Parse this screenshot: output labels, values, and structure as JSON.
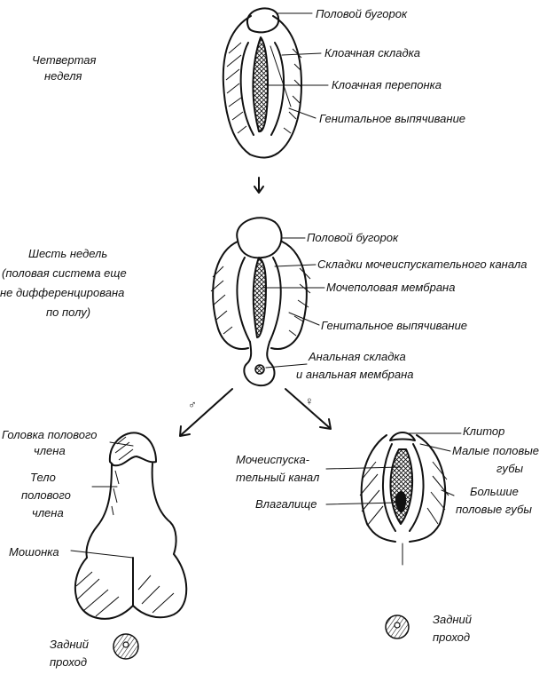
{
  "stages": {
    "week4": {
      "title_line1": "Четвертая",
      "title_line2": "неделя",
      "labels": {
        "genital_tubercle": "Половой бугорок",
        "cloacal_fold": "Клоачная складка",
        "cloacal_membrane": "Клоачная перепонка",
        "genital_swelling": "Генитальное выпячивание"
      }
    },
    "week6": {
      "title_line1": "Шесть недель",
      "title_line2": "(половая система еще",
      "title_line3": "не дифференцирована",
      "title_line4": "по полу)",
      "labels": {
        "genital_tubercle": "Половой бугорок",
        "urethral_folds": "Складки мочеиспускательного канала",
        "urogenital_membrane": "Мочеполовая мембрана",
        "genital_swelling": "Генитальное выпячивание",
        "anal_fold_line1": "Анальная складка",
        "anal_fold_line2": "и анальная мембрана"
      }
    },
    "male": {
      "symbol": "♂",
      "labels": {
        "glans_line1": "Головка полового",
        "glans_line2": "члена",
        "shaft_line1": "Тело",
        "shaft_line2": "полового",
        "shaft_line3": "члена",
        "scrotum": "Мошонка",
        "anus_line1": "Задний",
        "anus_line2": "проход"
      }
    },
    "female": {
      "symbol": "♀",
      "labels": {
        "clitoris": "Клитор",
        "labia_minora_line1": "Малые половые",
        "labia_minora_line2": "губы",
        "urethra_line1": "Мочеиспуска-",
        "urethra_line2": "тельный канал",
        "labia_majora_line1": "Большие",
        "labia_majora_line2": "половые губы",
        "vagina": "Влагалище",
        "anus_line1": "Задний",
        "anus_line2": "проход"
      }
    }
  }
}
